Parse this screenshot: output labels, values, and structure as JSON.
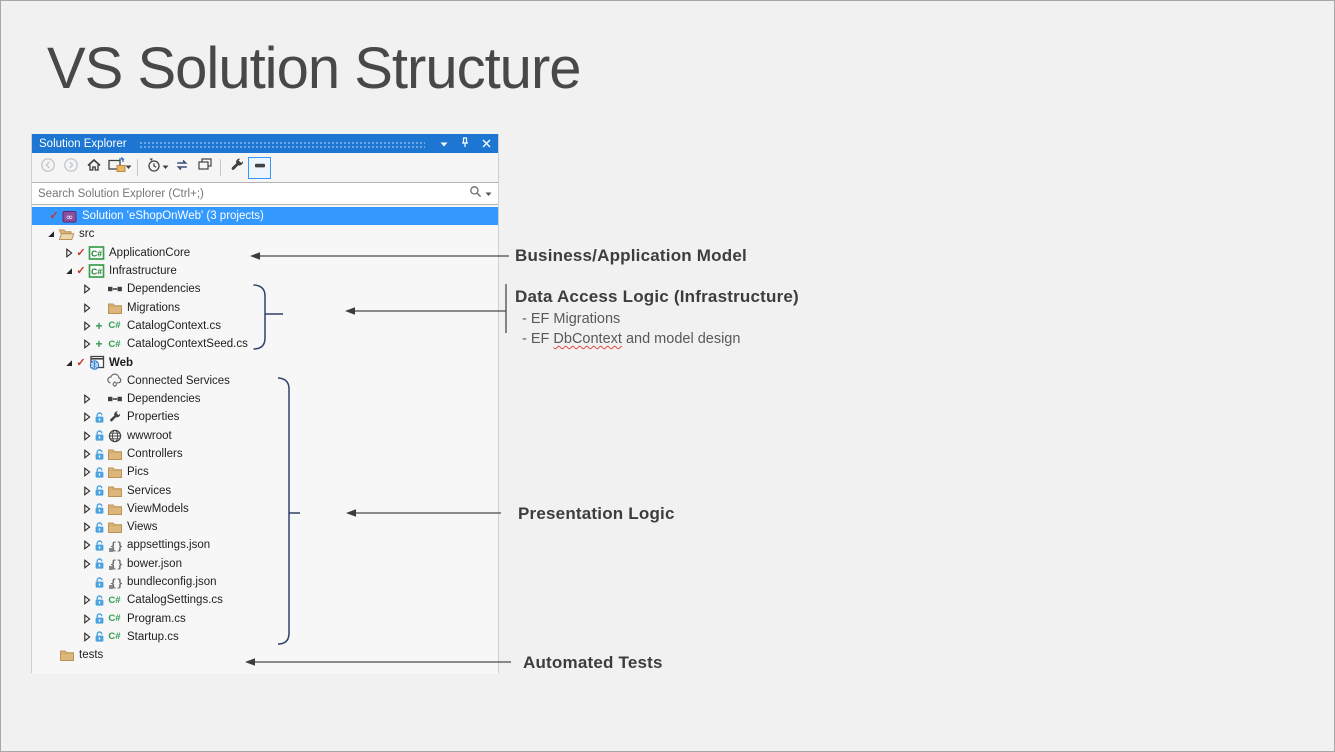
{
  "slide": {
    "title": "VS Solution Structure"
  },
  "colors": {
    "titlebar_blue": "#1c76d2",
    "selection_blue": "#3399ff",
    "brace_navy": "#32416b",
    "arrow_gray": "#4a4a4a",
    "check_red": "#c0392b",
    "csharp_green": "#2f9b4e",
    "lock_blue": "#4aa3e0",
    "folder_tan": "#dcb67a"
  },
  "solution_explorer": {
    "title": "Solution Explorer",
    "window_controls": [
      {
        "icon": "chevron-down"
      },
      {
        "icon": "pin"
      },
      {
        "icon": "close"
      }
    ],
    "toolbar": {
      "items": [
        {
          "icon": "nav-back",
          "disabled": true
        },
        {
          "icon": "nav-forward",
          "disabled": true
        },
        {
          "icon": "home"
        },
        {
          "icon": "switch-views",
          "caret": true
        },
        {
          "separator": true
        },
        {
          "icon": "pending-changes-filter",
          "caret": true
        },
        {
          "icon": "sync"
        },
        {
          "icon": "collapse-all"
        },
        {
          "separator": true
        },
        {
          "icon": "properties-wrench"
        },
        {
          "icon": "show-all-files",
          "active": true
        }
      ]
    },
    "search": {
      "placeholder": "Search Solution Explorer (Ctrl+;)"
    },
    "tree": {
      "rows": [
        {
          "level": 0,
          "expander": null,
          "modifier": "check",
          "icon": "solution",
          "label": "Solution 'eShopOnWeb' (3 projects)",
          "selected": true
        },
        {
          "level": 1,
          "expander": "expanded",
          "modifier": null,
          "icon": "folder-open",
          "label": "src"
        },
        {
          "level": 2,
          "expander": "collapsed",
          "modifier": "check",
          "icon": "csharp-project",
          "label": "ApplicationCore"
        },
        {
          "level": 2,
          "expander": "expanded",
          "modifier": "check",
          "icon": "csharp-project",
          "label": "Infrastructure"
        },
        {
          "level": 3,
          "expander": "collapsed",
          "modifier": null,
          "icon": "dependencies",
          "label": "Dependencies"
        },
        {
          "level": 3,
          "expander": "collapsed",
          "modifier": null,
          "icon": "folder",
          "label": "Migrations"
        },
        {
          "level": 3,
          "expander": "collapsed",
          "modifier": "plus",
          "icon": "csharp-file",
          "label": "CatalogContext.cs"
        },
        {
          "level": 3,
          "expander": "collapsed",
          "modifier": "plus",
          "icon": "csharp-file",
          "label": "CatalogContextSeed.cs"
        },
        {
          "level": 2,
          "expander": "expanded",
          "modifier": "check",
          "icon": "web-project",
          "label": "Web",
          "bold": true
        },
        {
          "level": 3,
          "expander": null,
          "modifier": null,
          "icon": "connected-services",
          "label": "Connected Services"
        },
        {
          "level": 3,
          "expander": "collapsed",
          "modifier": null,
          "icon": "dependencies",
          "label": "Dependencies"
        },
        {
          "level": 3,
          "expander": "collapsed",
          "modifier": "lock",
          "icon": "wrench",
          "label": "Properties"
        },
        {
          "level": 3,
          "expander": "collapsed",
          "modifier": "lock",
          "icon": "globe",
          "label": "wwwroot"
        },
        {
          "level": 3,
          "expander": "collapsed",
          "modifier": "lock",
          "icon": "folder",
          "label": "Controllers"
        },
        {
          "level": 3,
          "expander": "collapsed",
          "modifier": "lock",
          "icon": "folder",
          "label": "Pics"
        },
        {
          "level": 3,
          "expander": "collapsed",
          "modifier": "lock",
          "icon": "folder",
          "label": "Services"
        },
        {
          "level": 3,
          "expander": "collapsed",
          "modifier": "lock",
          "icon": "folder",
          "label": "ViewModels"
        },
        {
          "level": 3,
          "expander": "collapsed",
          "modifier": "lock",
          "icon": "folder",
          "label": "Views"
        },
        {
          "level": 3,
          "expander": "collapsed",
          "modifier": "lock",
          "icon": "json-file",
          "label": "appsettings.json"
        },
        {
          "level": 3,
          "expander": "collapsed",
          "modifier": "lock",
          "icon": "json-file",
          "label": "bower.json"
        },
        {
          "level": 3,
          "expander": null,
          "modifier": "lock",
          "icon": "json-file",
          "label": "bundleconfig.json"
        },
        {
          "level": 3,
          "expander": "collapsed",
          "modifier": "lock",
          "icon": "csharp-file",
          "label": "CatalogSettings.cs"
        },
        {
          "level": 3,
          "expander": "collapsed",
          "modifier": "lock",
          "icon": "csharp-file",
          "label": "Program.cs"
        },
        {
          "level": 3,
          "expander": "collapsed",
          "modifier": "lock",
          "icon": "csharp-file",
          "label": "Startup.cs"
        },
        {
          "level": 1,
          "expander": null,
          "modifier": null,
          "icon": "folder",
          "label": "tests"
        }
      ]
    }
  },
  "annotations": {
    "business": {
      "title": "Business/Application Model"
    },
    "data_access": {
      "title": "Data Access Logic (Infrastructure)",
      "bullet1": "- EF Migrations",
      "bullet2_pre": "- EF ",
      "bullet2_word": "DbContext",
      "bullet2_post": " and model design"
    },
    "presentation": {
      "title": "Presentation Logic"
    },
    "automated_tests": {
      "title": "Automated Tests"
    }
  }
}
